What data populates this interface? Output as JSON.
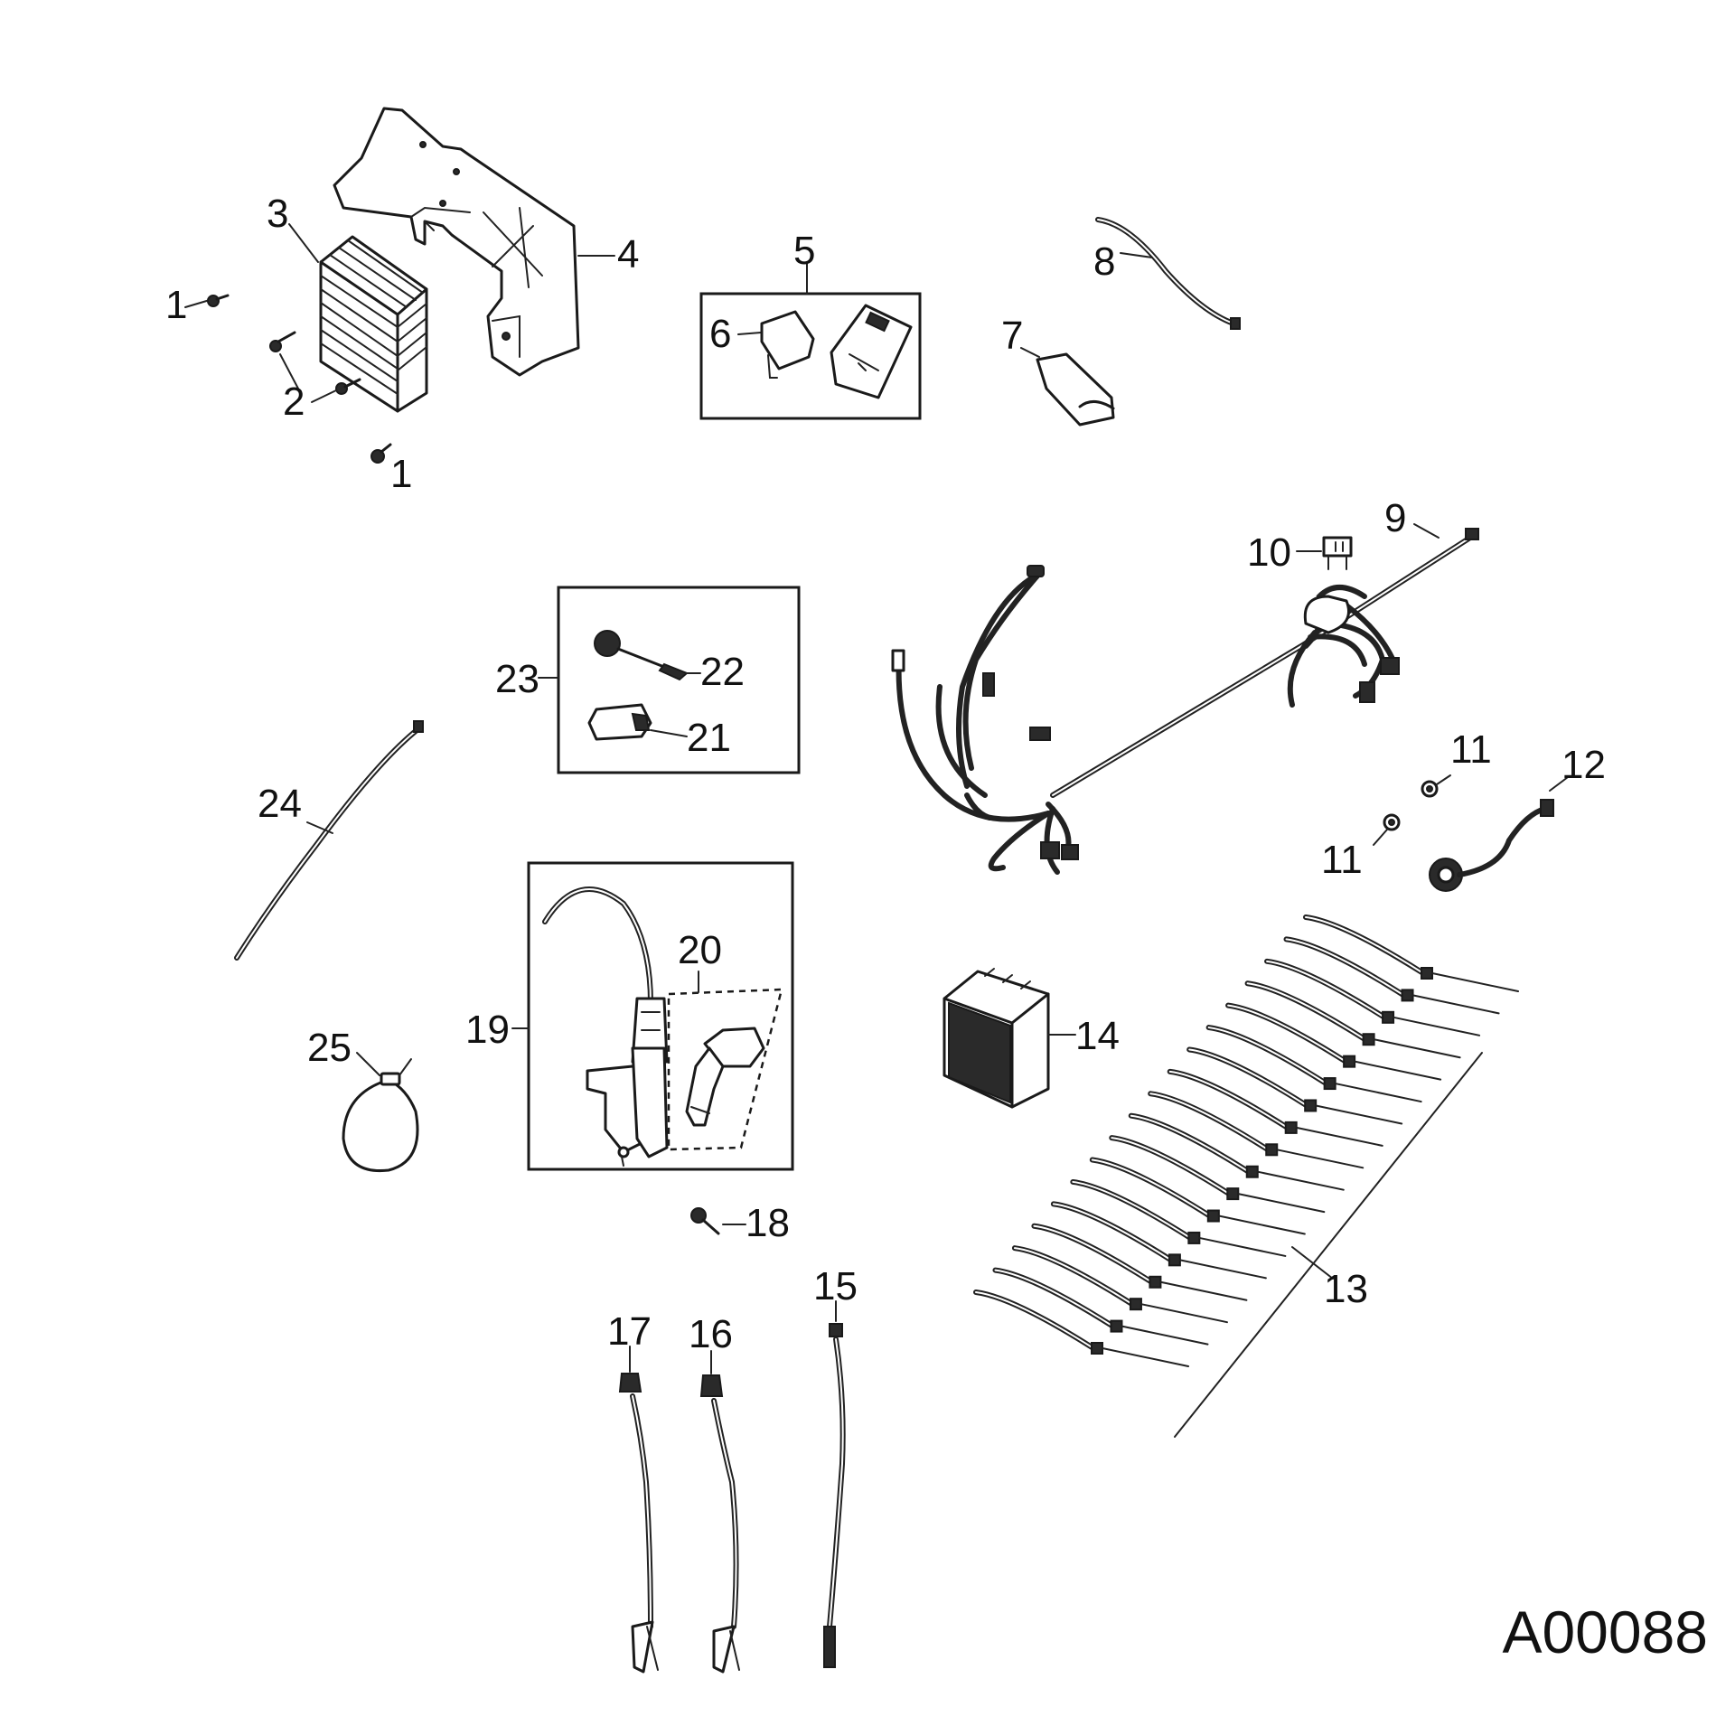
{
  "drawing_id": "A00088",
  "callouts": [
    {
      "id": "c1a",
      "text": "1"
    },
    {
      "id": "c1b",
      "text": "1"
    },
    {
      "id": "c2",
      "text": "2"
    },
    {
      "id": "c3",
      "text": "3"
    },
    {
      "id": "c4",
      "text": "4"
    },
    {
      "id": "c5",
      "text": "5"
    },
    {
      "id": "c6",
      "text": "6"
    },
    {
      "id": "c7",
      "text": "7"
    },
    {
      "id": "c8",
      "text": "8"
    },
    {
      "id": "c9",
      "text": "9"
    },
    {
      "id": "c10",
      "text": "10"
    },
    {
      "id": "c11a",
      "text": "11"
    },
    {
      "id": "c11b",
      "text": "11"
    },
    {
      "id": "c12",
      "text": "12"
    },
    {
      "id": "c13",
      "text": "13"
    },
    {
      "id": "c14",
      "text": "14"
    },
    {
      "id": "c15",
      "text": "15"
    },
    {
      "id": "c16",
      "text": "16"
    },
    {
      "id": "c17",
      "text": "17"
    },
    {
      "id": "c18",
      "text": "18"
    },
    {
      "id": "c19",
      "text": "19"
    },
    {
      "id": "c20",
      "text": "20"
    },
    {
      "id": "c21",
      "text": "21"
    },
    {
      "id": "c22",
      "text": "22"
    },
    {
      "id": "c23",
      "text": "23"
    },
    {
      "id": "c24",
      "text": "24"
    },
    {
      "id": "c25",
      "text": "25"
    }
  ]
}
